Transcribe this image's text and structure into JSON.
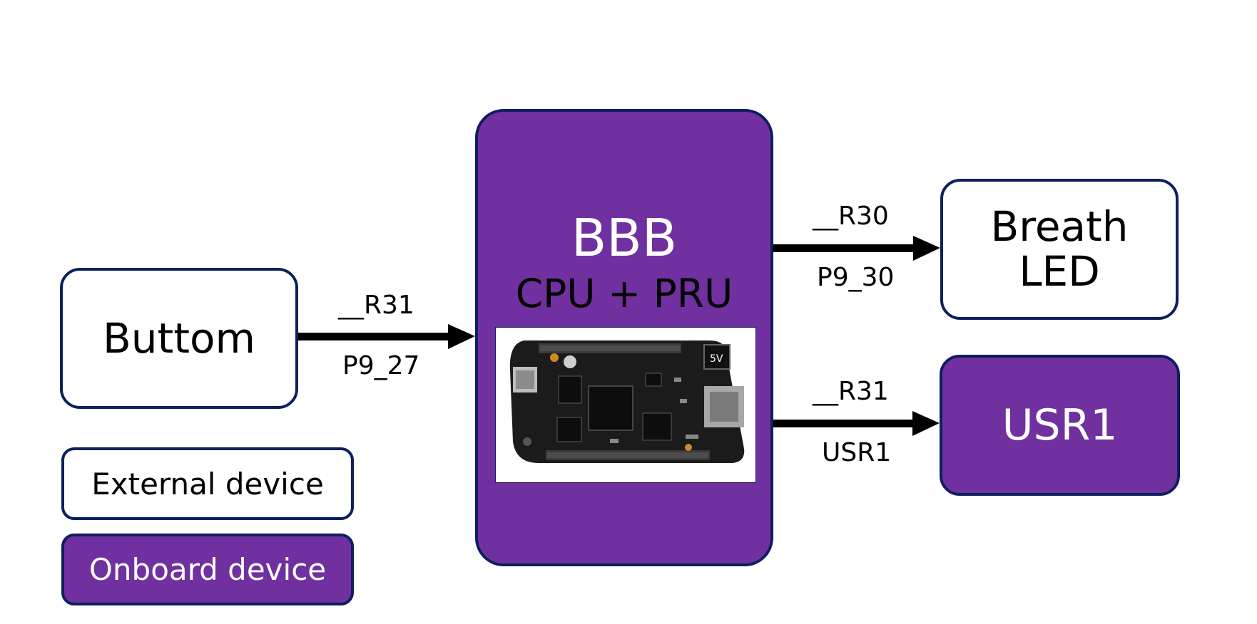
{
  "nodes": {
    "buttom": "Buttom",
    "bbb_title": "BBB",
    "bbb_subtitle": "CPU + PRU",
    "breath_line1": "Breath",
    "breath_line2": "LED",
    "usr1": "USR1"
  },
  "connections": {
    "input": {
      "register": "__R31",
      "pin": "P9_27"
    },
    "breath_output": {
      "register": "__R30",
      "pin": "P9_30"
    },
    "usr1_output": {
      "register": "__R31",
      "pin": "USR1"
    }
  },
  "legend": {
    "external": "External device",
    "onboard": "Onboard device"
  },
  "colors": {
    "onboard_fill": "#7030a0",
    "border": "#0e1f5e",
    "arrow": "#000000"
  },
  "icons": {
    "board": "beaglebone-black-board-icon"
  }
}
